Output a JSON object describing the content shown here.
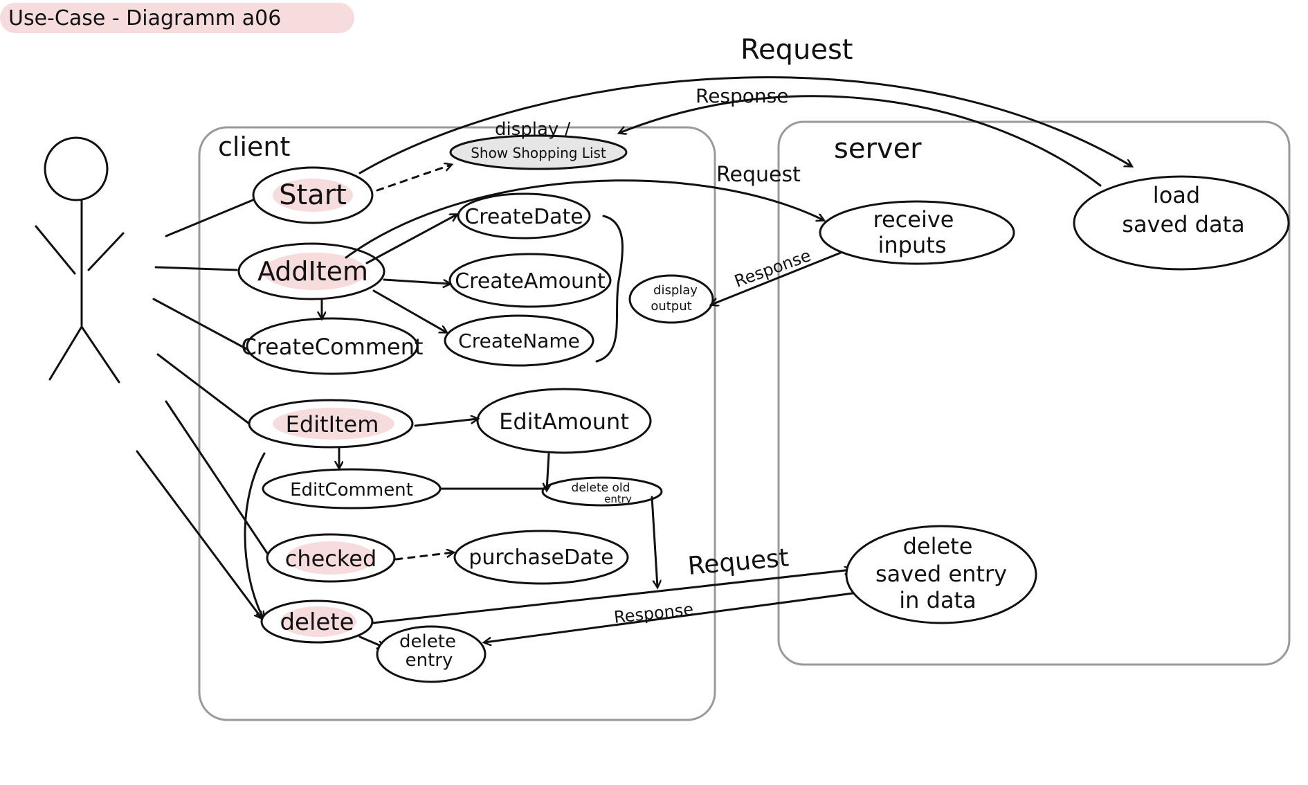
{
  "title": "Use-Case - Diagramm a06",
  "colors": {
    "highlight": "#f6dcdc",
    "box_border": "#9a9a9a",
    "gray_usecase": "#e6e6e6",
    "ink": "#111111"
  },
  "boundaries": {
    "client": "client",
    "server": "server"
  },
  "actor": {
    "icon": "stick-figure-actor-icon"
  },
  "use_cases": {
    "start": "Start",
    "show_shopping_list": "Show Shopping List",
    "add_item": "AddItem",
    "create_date": "CreateDate",
    "create_amount": "CreateAmount",
    "create_name": "CreateName",
    "create_comment": "CreateComment",
    "display_output_1": "display",
    "display_output_2": "output",
    "edit_item": "EditItem",
    "edit_amount": "EditAmount",
    "edit_comment": "EditComment",
    "delete_old_entry_1": "delete old",
    "delete_old_entry_2": "entry",
    "checked": "checked",
    "purchase_date": "purchaseDate",
    "delete": "delete",
    "delete_entry_1": "delete",
    "delete_entry_2": "entry",
    "receive_inputs_1": "receive",
    "receive_inputs_2": "inputs",
    "load_saved_data_1": "load",
    "load_saved_data_2": "saved data",
    "delete_saved_entry_1": "delete",
    "delete_saved_entry_2": "saved entry",
    "delete_saved_entry_3": "in data"
  },
  "edge_labels": {
    "display_slash": "display /",
    "request_top": "Request",
    "response_top": "Response",
    "request_mid": "Request",
    "response_mid": "Response",
    "request_bottom": "Request",
    "response_bottom": "Response"
  }
}
